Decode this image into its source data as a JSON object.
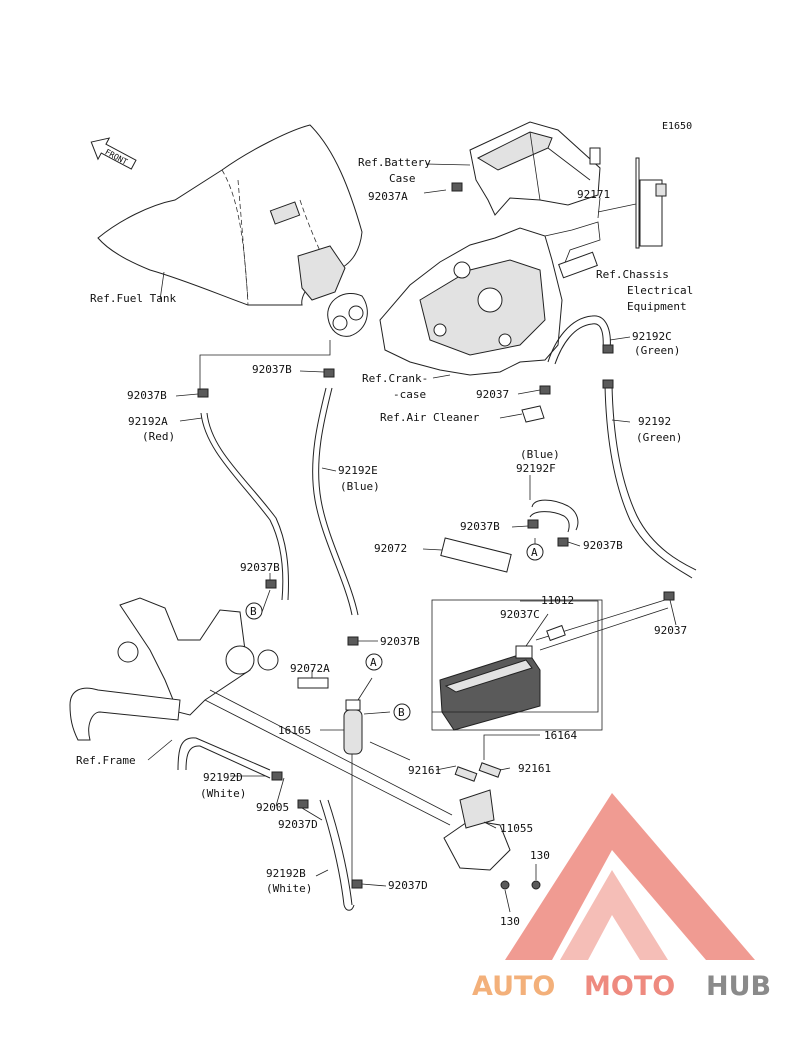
{
  "diagram_code": "E1650",
  "front_arrow": "FRONT",
  "labels": {
    "ref_battery_case_1": "Ref.Battery",
    "ref_battery_case_2": "Case",
    "p92037A": "92037A",
    "p92171": "92171",
    "ref_chassis_1": "Ref.Chassis",
    "ref_chassis_2": "Electrical",
    "ref_chassis_3": "Equipment",
    "ref_fuel_tank": "Ref.Fuel Tank",
    "p92192C": "92192C",
    "p92192C_color": "(Green)",
    "p92037B_a": "92037B",
    "p92037B_b": "92037B",
    "ref_crankcase_1": "Ref.Crank-",
    "ref_crankcase_2": "-case",
    "p92037_a": "92037",
    "ref_air_cleaner": "Ref.Air Cleaner",
    "p92192A": "92192A",
    "p92192A_color": "(Red)",
    "p92192": "92192",
    "p92192_color": "(Green)",
    "p92192E": "92192E",
    "p92192E_color": "(Blue)",
    "p92192F_color": "(Blue)",
    "p92192F": "92192F",
    "p92037B_c": "92037B",
    "p92037B_d": "92037B",
    "p92072": "92072",
    "p92037B_e": "92037B",
    "p11012": "11012",
    "p92037C": "92037C",
    "p92037_b": "92037",
    "p92037B_f": "92037B",
    "p92072A": "92072A",
    "p16165": "16165",
    "p16164": "16164",
    "ref_frame": "Ref.Frame",
    "p92161_a": "92161",
    "p92161_b": "92161",
    "p92192D": "92192D",
    "p92192D_color": "(White)",
    "p92005": "92005",
    "p92037D_a": "92037D",
    "p11055": "11055",
    "p130_a": "130",
    "p92192B": "92192B",
    "p92192B_color": "(White)",
    "p92037D_b": "92037D",
    "p130_b": "130",
    "circle_A_1": "A",
    "circle_A_2": "A",
    "circle_B_1": "B",
    "circle_B_2": "B"
  },
  "watermark": {
    "part1": "AUTO",
    "part2": "MOTO",
    "part3": "HUB",
    "color1": "#f3b07a",
    "color2": "#ee8a7f",
    "color3": "#8a8a8a",
    "logo_color": "#ee8a7f"
  }
}
